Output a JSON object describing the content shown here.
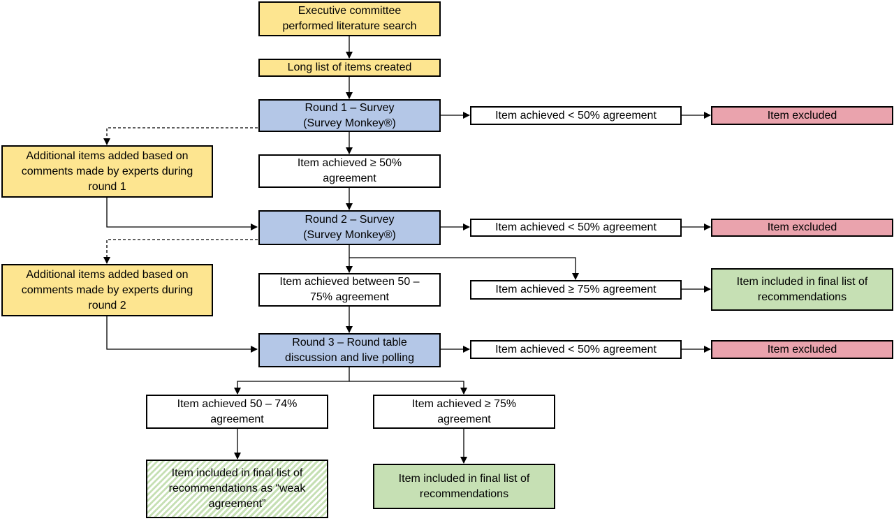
{
  "nodes": {
    "exec": "Executive committee\nperformed literature search",
    "longlist": "Long list of items created",
    "round1": "Round 1 – Survey\n(Survey Monkey®)",
    "r1_lt50": "Item achieved < 50% agreement",
    "r1_excluded": "Item excluded",
    "additional1": "Additional items added based on\ncomments made by experts during\nround 1",
    "r1_ge50": "Item achieved ≥ 50%\nagreement",
    "round2": "Round 2 – Survey\n(Survey Monkey®)",
    "r2_lt50": "Item achieved < 50% agreement",
    "r2_excluded": "Item excluded",
    "additional2": "Additional items added based on\ncomments made by experts during\nround 2",
    "r2_between": "Item achieved between 50 –\n75% agreement",
    "r2_ge75": "Item achieved ≥ 75% agreement",
    "r2_included": "Item included in final list of\nrecommendations",
    "round3": "Round 3 – Round table\ndiscussion and live polling",
    "r3_lt50": "Item achieved < 50% agreement",
    "r3_excluded": "Item excluded",
    "r3_50_74": "Item achieved 50 – 74%\nagreement",
    "r3_ge75": "Item achieved ≥ 75%\nagreement",
    "weak": "Item included in final list of\nrecommendations as “weak\nagreement”",
    "r3_included": "Item included in final list of\nrecommendations"
  },
  "colors": {
    "yellow": "#fde590",
    "blue": "#b4c7e7",
    "red": "#eaa3ad",
    "green": "#c6e0b4",
    "white": "#ffffff",
    "line": "#000000"
  }
}
